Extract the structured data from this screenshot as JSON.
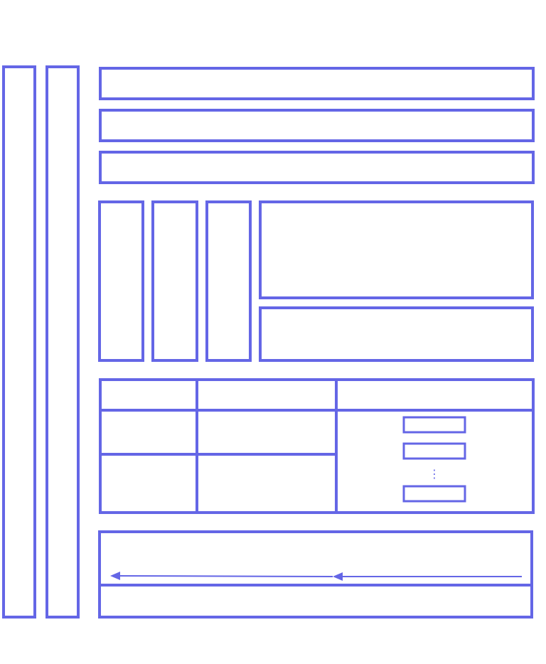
{
  "colors": {
    "stroke": "#6466e6",
    "background": "#ffffff"
  },
  "diagram": {
    "shape_style": "outline rectangles only, no text labels",
    "sections": [
      "left-vertical-bars",
      "top-horizontal-bars",
      "middle-panel-group",
      "grid-table",
      "bottom-flow-panel"
    ],
    "arrows": [
      {
        "from": "right-end",
        "to": "middle-arrowhead"
      },
      {
        "from": "middle-arrowhead",
        "to": "left-arrowhead"
      }
    ],
    "ellipsis_glyph": "⋮"
  }
}
